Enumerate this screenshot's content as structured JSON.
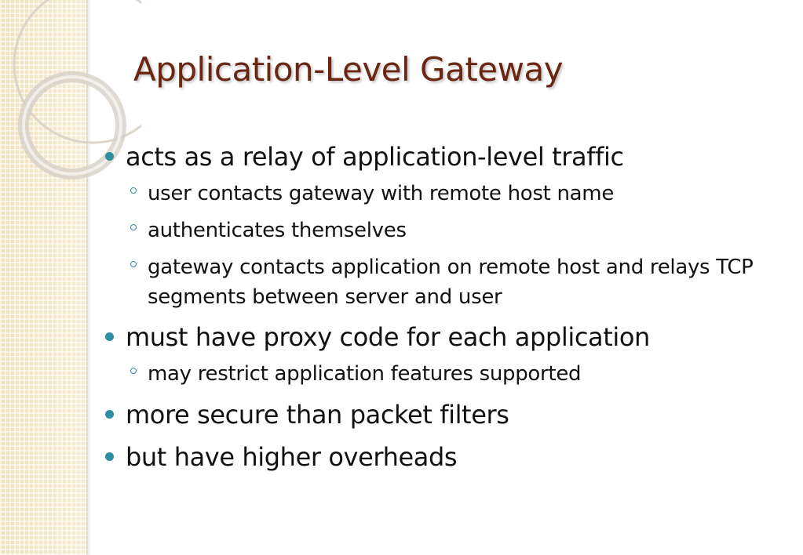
{
  "slide": {
    "title": "Application-Level Gateway",
    "bullets": [
      {
        "text": "acts as a relay of application-level traffic",
        "sub": [
          "user contacts gateway with remote host name",
          "authenticates themselves",
          "gateway contacts application on remote host and relays TCP segments between server and user"
        ]
      },
      {
        "text": "must have proxy code for each application",
        "sub": [
          "may restrict application features supported"
        ]
      },
      {
        "text": "more secure than packet filters",
        "sub": []
      },
      {
        "text": "but have higher overheads",
        "sub": []
      }
    ]
  },
  "colors": {
    "title": "#6b2612",
    "bullet_marker": "#2e8fa3",
    "side_band": "#f3e8c8",
    "body_text": "#111111"
  }
}
